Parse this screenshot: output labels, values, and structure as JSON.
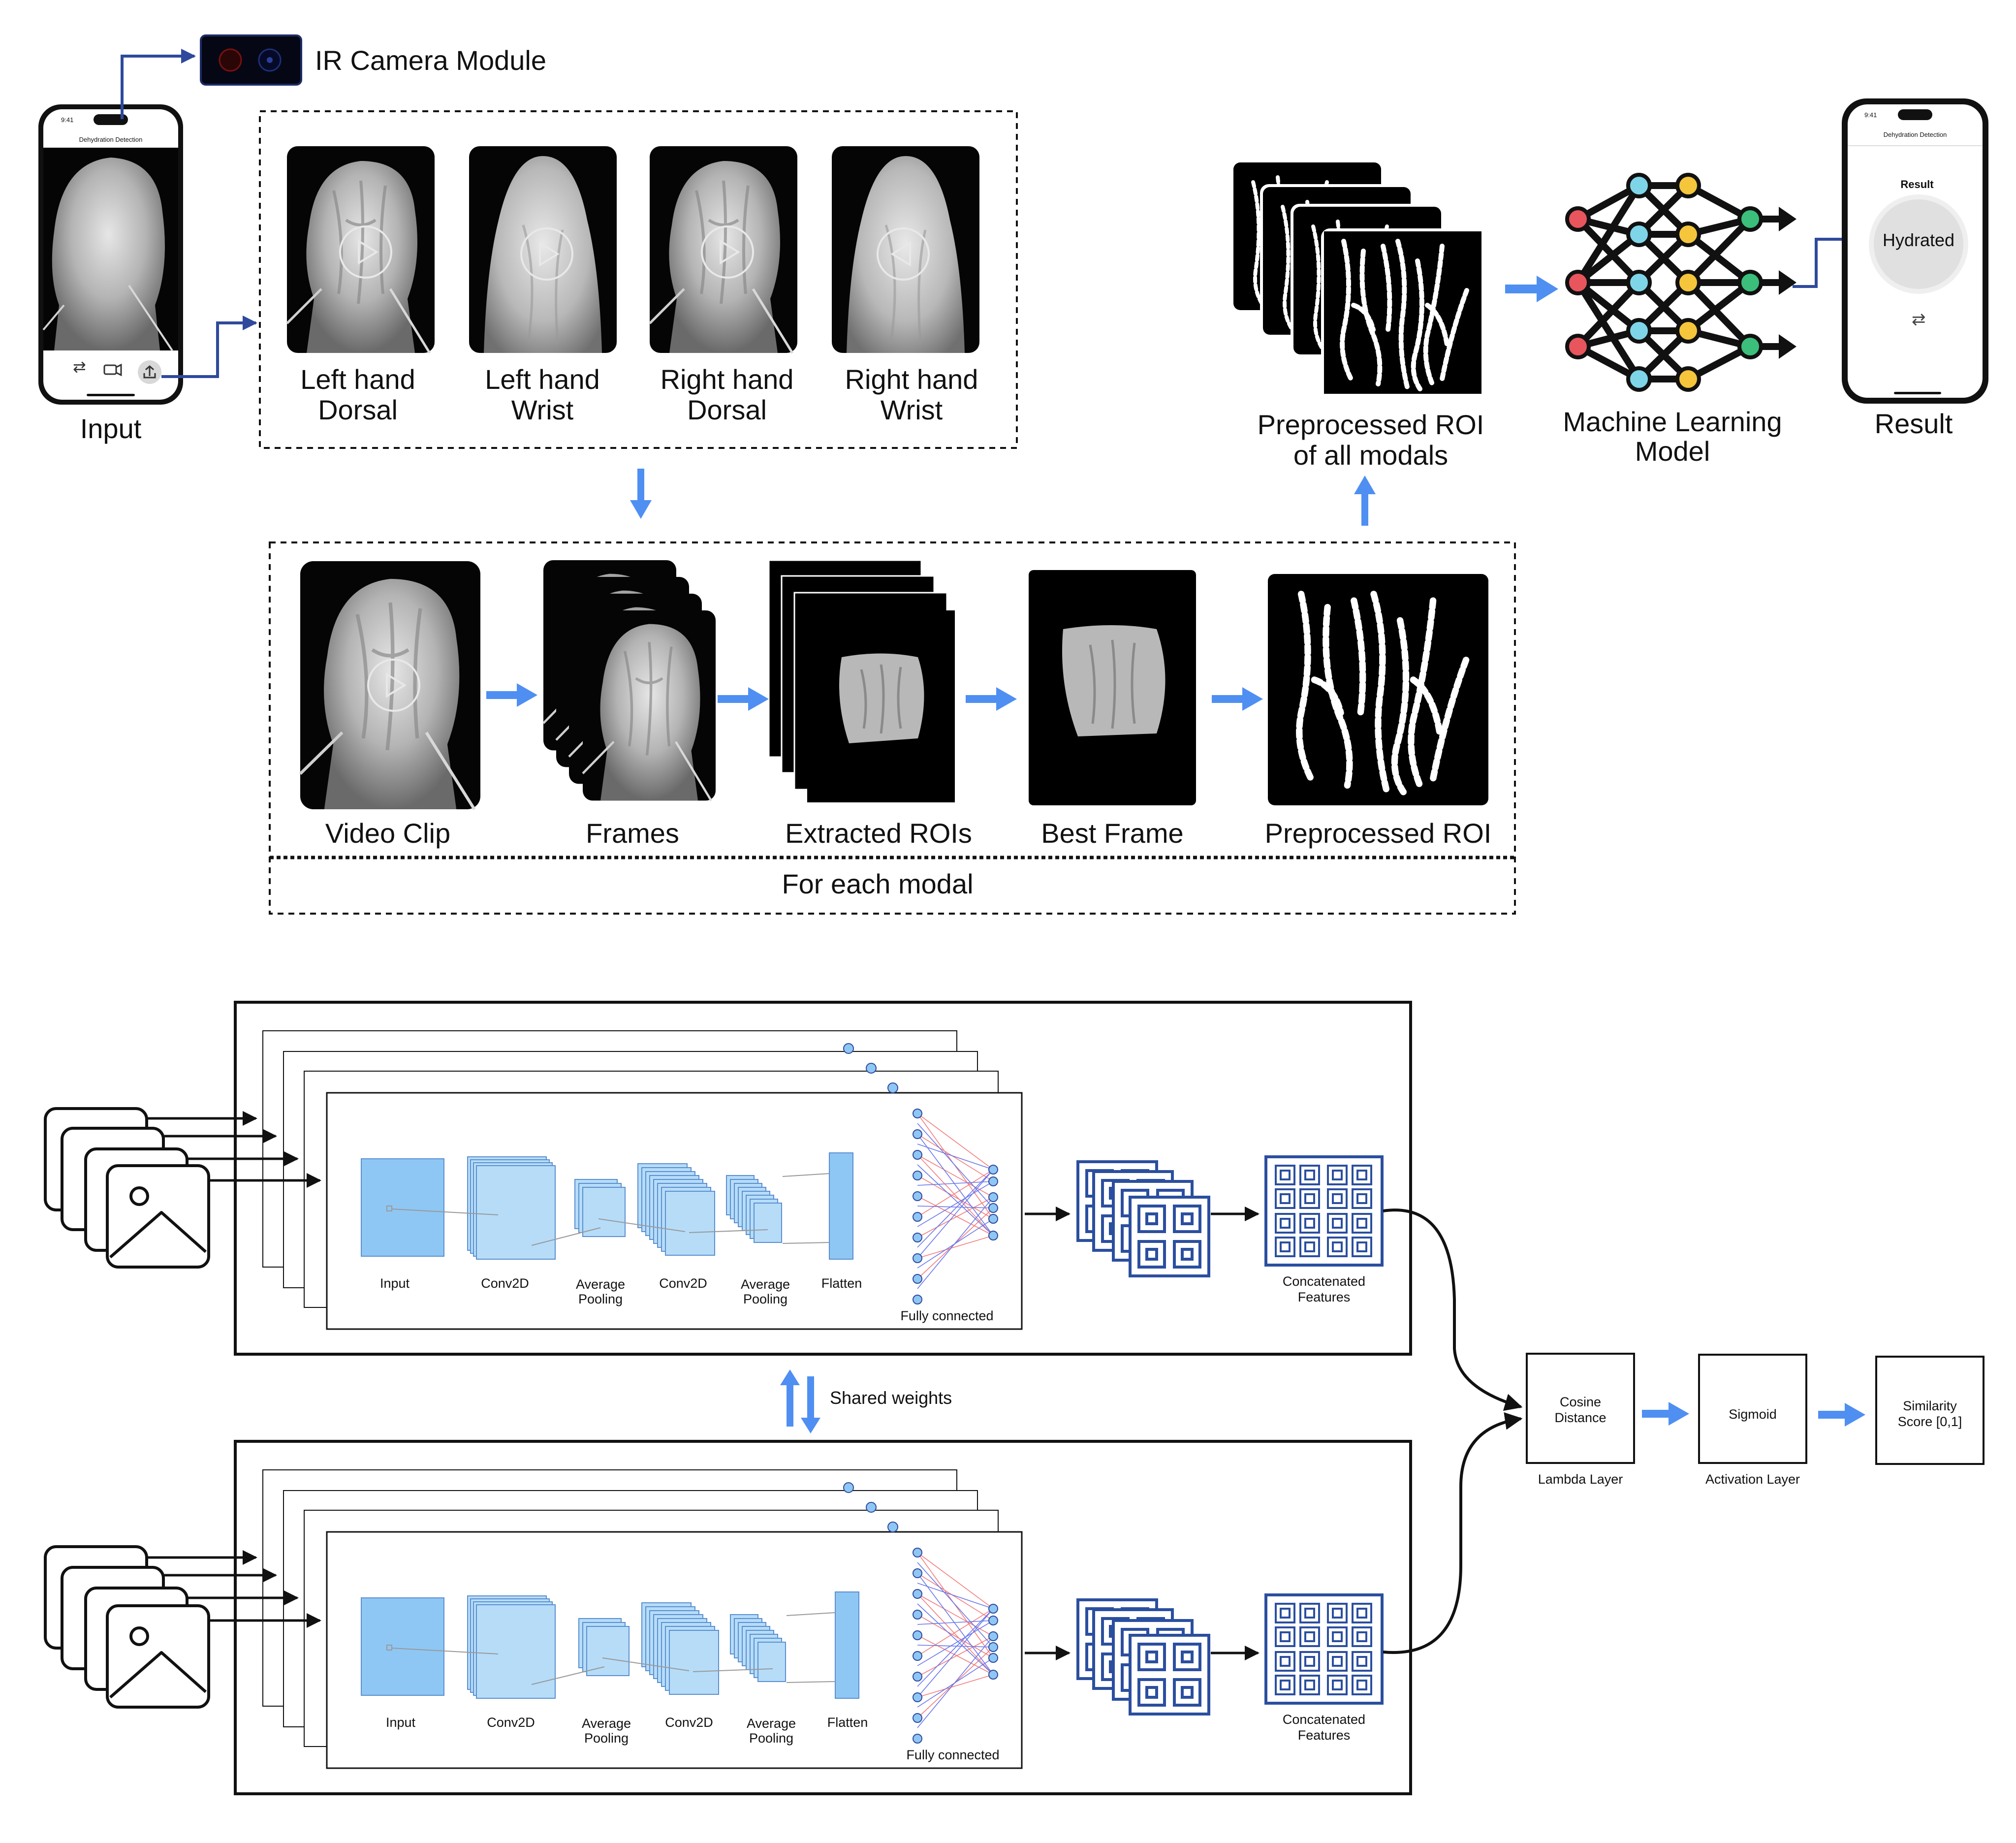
{
  "top": {
    "camera_label": "IR Camera Module",
    "input_label": "Input",
    "phone_input": {
      "status_time": "9:41",
      "app_title": "Dehydration Detection"
    },
    "modals": [
      {
        "line1": "Left hand",
        "line2": "Dorsal"
      },
      {
        "line1": "Left hand",
        "line2": "Wrist"
      },
      {
        "line1": "Right hand",
        "line2": "Dorsal"
      },
      {
        "line1": "Right hand",
        "line2": "Wrist"
      }
    ],
    "pipeline": [
      "Video Clip",
      "Frames",
      "Extracted ROIs",
      "Best Frame",
      "Preprocessed ROI"
    ],
    "for_each_modal": "For each modal",
    "preprocessed_all": {
      "line1": "Preprocessed ROI",
      "line2": "of all modals"
    },
    "ml_model": {
      "line1": "Machine Learning",
      "line2": "Model"
    },
    "result_label": "Result",
    "phone_result": {
      "status_time": "9:41",
      "app_title": "Dehydration Detection",
      "result_heading": "Result",
      "result_value": "Hydrated"
    }
  },
  "bottom": {
    "cnn_upper": {
      "layers": [
        "Input",
        "Conv2D",
        "Average",
        "Pooling",
        "Conv2D",
        "Average",
        "Pooling",
        "Flatten",
        "Fully connected"
      ],
      "concat": [
        "Concatenated",
        "Features"
      ]
    },
    "cnn_lower": {
      "layers": [
        "Input",
        "Conv2D",
        "Average",
        "Pooling",
        "Conv2D",
        "Average",
        "Pooling",
        "Flatten",
        "Fully connected"
      ],
      "concat": [
        "Concatenated",
        "Features"
      ]
    },
    "shared_weights": "Shared weights",
    "cosine": {
      "line1": "Cosine",
      "line2": "Distance",
      "caption": "Lambda Layer"
    },
    "sigmoid": {
      "line1": "Sigmoid",
      "caption": "Activation Layer"
    },
    "similarity": {
      "line1": "Similarity",
      "line2": "Score [0,1]"
    }
  },
  "colors": {
    "accent_blue": "#4f8ff2",
    "line_navy": "#2f4a9c",
    "layer_blue": "#8ec7f4",
    "layer_edge": "#5a8fd0",
    "grid_blue": "#2b4f9f",
    "node_red": "#e8555d",
    "node_teal": "#7fd5e8",
    "node_yellow": "#f5c53b",
    "node_green": "#3bbf7a",
    "fc_red": "#f26464",
    "fc_blue": "#4d5ee8"
  }
}
